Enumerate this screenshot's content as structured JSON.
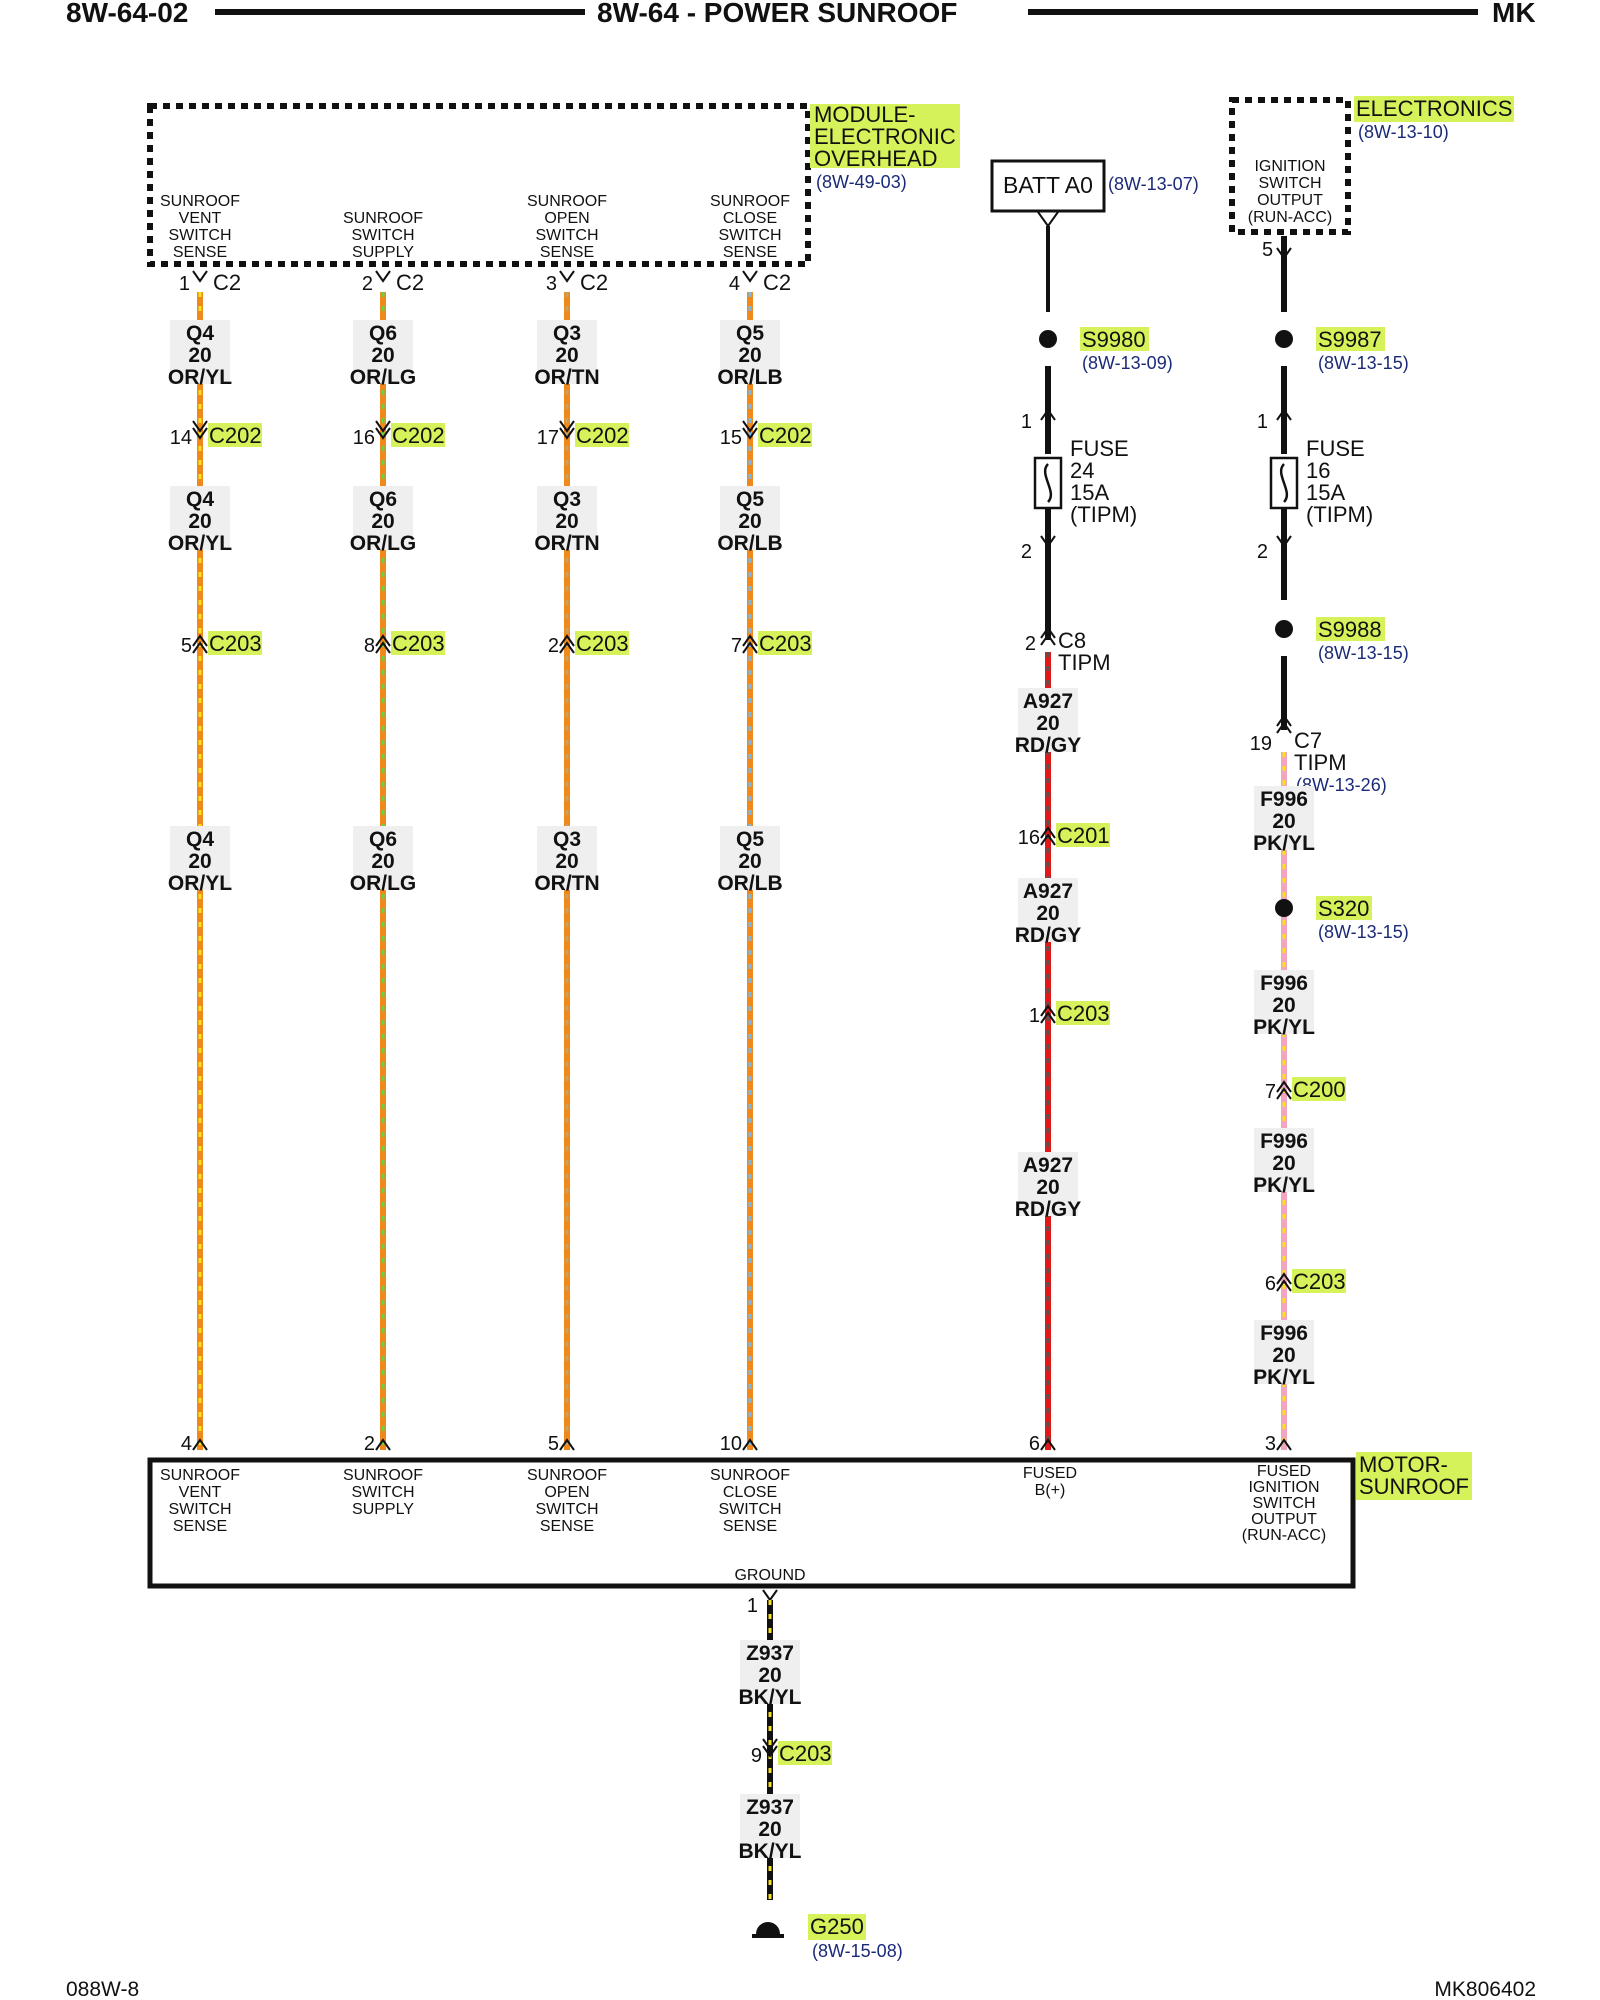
{
  "header": {
    "left": "8W-64-02",
    "title": "8W-64 - POWER SUNROOF",
    "right": "MK"
  },
  "footer": {
    "left": "088W-8",
    "right": "MK806402"
  },
  "overhead_module": {
    "name_lines": [
      "MODULE-",
      "ELECTRONIC",
      "OVERHEAD"
    ],
    "ref": "(8W-49-03)",
    "pins": [
      {
        "label": [
          "SUNROOF",
          "VENT",
          "SWITCH",
          "SENSE"
        ],
        "pin": "1",
        "conn": "C2"
      },
      {
        "label": [
          "SUNROOF",
          "SWITCH",
          "SUPPLY"
        ],
        "pin": "2",
        "conn": "C2"
      },
      {
        "label": [
          "SUNROOF",
          "OPEN",
          "SWITCH",
          "SENSE"
        ],
        "pin": "3",
        "conn": "C2"
      },
      {
        "label": [
          "SUNROOF",
          "CLOSE",
          "SWITCH",
          "SENSE"
        ],
        "pin": "4",
        "conn": "C2"
      }
    ]
  },
  "electronics": {
    "name": "ELECTRONICS",
    "ref": "(8W-13-10)",
    "label_lines": [
      "IGNITION",
      "SWITCH",
      "OUTPUT",
      "(RUN-ACC)"
    ],
    "pin": "5"
  },
  "batt": {
    "label": "BATT A0",
    "ref": "(8W-13-07)"
  },
  "left_circuits": [
    {
      "w1": [
        "Q4",
        "20",
        "OR/YL"
      ],
      "c202pin": "14",
      "w2": [
        "Q4",
        "20",
        "OR/YL"
      ],
      "c203pin": "5",
      "w3": [
        "Q4",
        "20",
        "OR/YL"
      ],
      "motor_pin": "4"
    },
    {
      "w1": [
        "Q6",
        "20",
        "OR/LG"
      ],
      "c202pin": "16",
      "w2": [
        "Q6",
        "20",
        "OR/LG"
      ],
      "c203pin": "8",
      "w3": [
        "Q6",
        "20",
        "OR/LG"
      ],
      "motor_pin": "2"
    },
    {
      "w1": [
        "Q3",
        "20",
        "OR/TN"
      ],
      "c202pin": "17",
      "w2": [
        "Q3",
        "20",
        "OR/TN"
      ],
      "c203pin": "2",
      "w3": [
        "Q3",
        "20",
        "OR/TN"
      ],
      "motor_pin": "5"
    },
    {
      "w1": [
        "Q5",
        "20",
        "OR/LB"
      ],
      "c202pin": "15",
      "w2": [
        "Q5",
        "20",
        "OR/LB"
      ],
      "c203pin": "7",
      "w3": [
        "Q5",
        "20",
        "OR/LB"
      ],
      "motor_pin": "10"
    }
  ],
  "conn_names": {
    "c202": "C202",
    "c203": "C203",
    "c201": "C201",
    "c200": "C200"
  },
  "batt_circuit": {
    "splice": "S9980",
    "splice_ref": "(8W-13-09)",
    "fuse_in_pin": "1",
    "fuse_out_pin": "2",
    "fuse": [
      "FUSE",
      "24",
      "15A",
      "(TIPM)"
    ],
    "c8_pin": "2",
    "c8": "C8",
    "c8_sub": "TIPM",
    "w1": [
      "A927",
      "20",
      "RD/GY"
    ],
    "c201_pin": "16",
    "w2": [
      "A927",
      "20",
      "RD/GY"
    ],
    "c203_pin": "1",
    "w3": [
      "A927",
      "20",
      "RD/GY"
    ],
    "motor_pin": "6"
  },
  "ign_circuit": {
    "splice1": "S9987",
    "splice1_ref": "(8W-13-15)",
    "fuse_in_pin": "1",
    "fuse_out_pin": "2",
    "fuse": [
      "FUSE",
      "16",
      "15A",
      "(TIPM)"
    ],
    "splice2": "S9988",
    "splice2_ref": "(8W-13-15)",
    "c7_pin": "19",
    "c7": "C7",
    "c7_sub": "TIPM",
    "c7_ref": "(8W-13-26)",
    "w1": [
      "F996",
      "20",
      "PK/YL"
    ],
    "splice3": "S320",
    "splice3_ref": "(8W-13-15)",
    "w2": [
      "F996",
      "20",
      "PK/YL"
    ],
    "c200_pin": "7",
    "w3": [
      "F996",
      "20",
      "PK/YL"
    ],
    "c203_pin": "6",
    "w4": [
      "F996",
      "20",
      "PK/YL"
    ],
    "motor_pin": "3"
  },
  "motor": {
    "name_lines": [
      "MOTOR-",
      "SUNROOF"
    ],
    "pin_labels": [
      [
        "SUNROOF",
        "VENT",
        "SWITCH",
        "SENSE"
      ],
      [
        "SUNROOF",
        "SWITCH",
        "SUPPLY"
      ],
      [
        "SUNROOF",
        "OPEN",
        "SWITCH",
        "SENSE"
      ],
      [
        "SUNROOF",
        "CLOSE",
        "SWITCH",
        "SENSE"
      ],
      [
        "FUSED",
        "B(+)"
      ],
      [
        "FUSED",
        "IGNITION",
        "SWITCH",
        "OUTPUT",
        "(RUN-ACC)"
      ]
    ],
    "ground_label": "GROUND"
  },
  "ground_circuit": {
    "pin": "1",
    "w1": [
      "Z937",
      "20",
      "BK/YL"
    ],
    "c203_pin": "9",
    "w2": [
      "Z937",
      "20",
      "BK/YL"
    ],
    "ground": "G250",
    "ground_ref": "(8W-15-08)"
  }
}
